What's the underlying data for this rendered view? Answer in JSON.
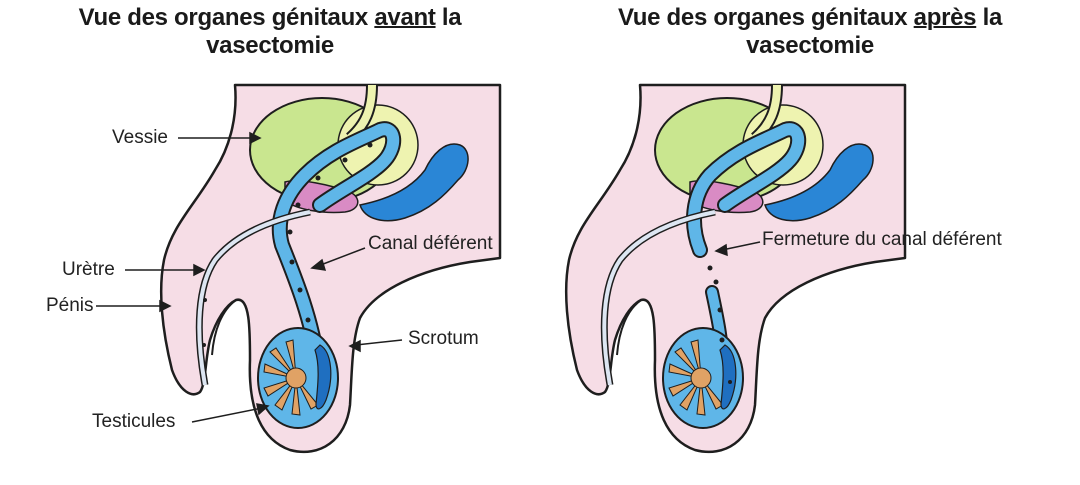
{
  "left": {
    "title_pre": "Vue des organes génitaux ",
    "title_emph": "avant",
    "title_post": " la",
    "title_line2": "vasectomie",
    "labels": {
      "vessie": "Vessie",
      "uretre": "Urètre",
      "penis": "Pénis",
      "testicules": "Testicules",
      "canal": "Canal déférent",
      "scrotum": "Scrotum"
    }
  },
  "right": {
    "title_pre": "Vue des organes génitaux ",
    "title_emph": "après",
    "title_post": " la",
    "title_line2": "vasectomie",
    "labels": {
      "fermeture": "Fermeture du canal déférent"
    }
  },
  "colors": {
    "skin": "#f6dde6",
    "outline": "#1e1e1e",
    "bladder": "#c9e68f",
    "bladder_light": "#eef3b0",
    "duct": "#5fb6e8",
    "duct_dark": "#1f6fc0",
    "gland": "#d98bc4",
    "testis_inner": "#e0a265"
  }
}
